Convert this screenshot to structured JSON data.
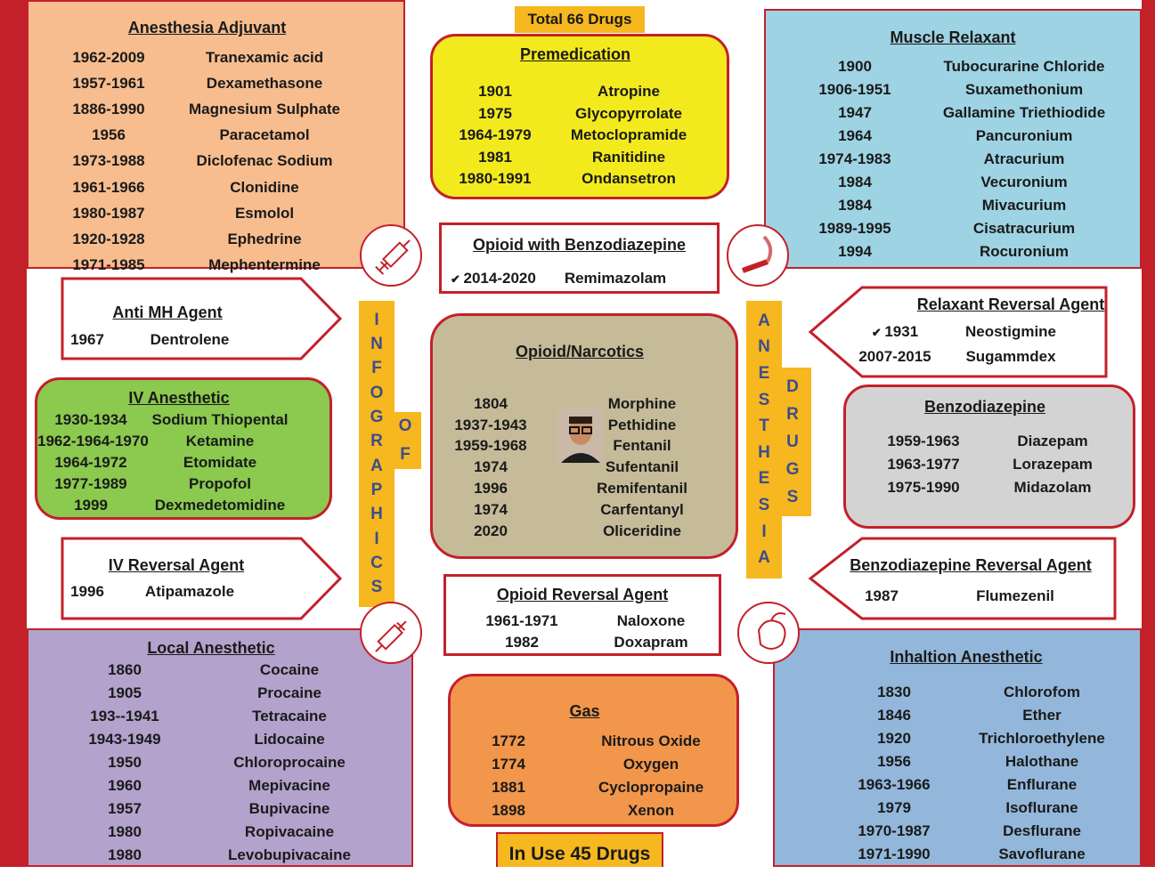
{
  "total_tag": "Total 66 Drugs",
  "in_use_tag": "In Use 45 Drugs",
  "vertical_left": [
    "I",
    "N",
    "F",
    "O",
    "G",
    "R",
    "A",
    "P",
    "H",
    "I",
    "C",
    "S"
  ],
  "vertical_of": [
    "O",
    "F"
  ],
  "vertical_anesthesia": [
    "A",
    "N",
    "E",
    "S",
    "T",
    "H",
    "E",
    "S",
    "I",
    "A"
  ],
  "vertical_drugs": [
    "D",
    "R",
    "U",
    "G",
    "S"
  ],
  "check_mark": "✔",
  "colors": {
    "red_border": "#c4202a",
    "adjuvant_bg": "#f7bd8f",
    "premed_bg": "#f3ea1e",
    "muscle_bg": "#9ed3e3",
    "iv_anesthetic_bg": "#8bc94f",
    "opioid_bg": "#c6bb98",
    "benzo_bg": "#d3d3d3",
    "local_bg": "#b3a2cb",
    "gas_bg": "#f2964b",
    "inhalation_bg": "#93b7db",
    "tag_bg": "#f6b71f"
  },
  "icons": [
    "syringe-icon",
    "laryngoscope-icon",
    "syringe-icon",
    "anesthesia-mask-icon",
    "doctor-photo"
  ],
  "adjuvant": {
    "title": "Anesthesia  Adjuvant",
    "items": [
      {
        "year": "1962-2009",
        "name": "Tranexamic acid"
      },
      {
        "year": "1957-1961",
        "name": "Dexamethasone"
      },
      {
        "year": "1886-1990",
        "name": "Magnesium Sulphate"
      },
      {
        "year": "1956",
        "name": "Paracetamol"
      },
      {
        "year": "1973-1988",
        "name": "Diclofenac Sodium"
      },
      {
        "year": "1961-1966",
        "name": "Clonidine"
      },
      {
        "year": "1980-1987",
        "name": "Esmolol"
      },
      {
        "year": "1920-1928",
        "name": "Ephedrine"
      },
      {
        "year": "1971-1985",
        "name": "Mephentermine"
      }
    ]
  },
  "premedication": {
    "title": "Premedication",
    "items": [
      {
        "year": "1901",
        "name": "Atropine"
      },
      {
        "year": "1975",
        "name": "Glycopyrrolate"
      },
      {
        "year": "1964-1979",
        "name": "Metoclopramide"
      },
      {
        "year": "1981",
        "name": "Ranitidine"
      },
      {
        "year": "1980-1991",
        "name": "Ondansetron"
      }
    ]
  },
  "muscle": {
    "title": "Muscle  Relaxant",
    "items": [
      {
        "year": "1900",
        "name": "Tubocurarine Chloride"
      },
      {
        "year": "1906-1951",
        "name": "Suxamethonium"
      },
      {
        "year": "1947",
        "name": "Gallamine Triethiodide"
      },
      {
        "year": "1964",
        "name": "Pancuronium"
      },
      {
        "year": "1974-1983",
        "name": "Atracurium"
      },
      {
        "year": "1984",
        "name": "Vecuronium"
      },
      {
        "year": "1984",
        "name": "Mivacurium"
      },
      {
        "year": "1989-1995",
        "name": "Cisatracurium"
      },
      {
        "year": "1994",
        "name": "Rocuronium"
      }
    ]
  },
  "opioid_benzo": {
    "title": "Opioid  with  Benzodiazepine",
    "items": [
      {
        "year": "2014-2020",
        "name": "Remimazolam"
      }
    ]
  },
  "anti_mh": {
    "title": "Anti  MH  Agent",
    "items": [
      {
        "year": "1967",
        "name": "Dentrolene"
      }
    ]
  },
  "relaxant_reversal": {
    "title": "Relaxant  Reversal  Agent",
    "items": [
      {
        "year": "1931",
        "name": "Neostigmine"
      },
      {
        "year": "2007-2015",
        "name": "Sugammdex"
      }
    ]
  },
  "iv_anesthetic": {
    "title": "IV  Anesthetic",
    "items": [
      {
        "year": "1930-1934",
        "name": "Sodium Thiopental"
      },
      {
        "year": "1962-1964-1970",
        "name": "Ketamine"
      },
      {
        "year": "1964-1972",
        "name": "Etomidate"
      },
      {
        "year": "1977-1989",
        "name": "Propofol"
      },
      {
        "year": "1999",
        "name": "Dexmedetomidine"
      }
    ]
  },
  "opioid": {
    "title": "Opioid/Narcotics",
    "items": [
      {
        "year": "1804",
        "name": "Morphine"
      },
      {
        "year": "1937-1943",
        "name": "Pethidine"
      },
      {
        "year": "1959-1968",
        "name": "Fentanil"
      },
      {
        "year": "1974",
        "name": "Sufentanil"
      },
      {
        "year": "1996",
        "name": "Remifentanil"
      },
      {
        "year": "1974",
        "name": "Carfentanyl"
      },
      {
        "year": "2020",
        "name": "Oliceridine"
      }
    ]
  },
  "benzodiazepine": {
    "title": "Benzodiazepine",
    "items": [
      {
        "year": "1959-1963",
        "name": "Diazepam"
      },
      {
        "year": "1963-1977",
        "name": "Lorazepam"
      },
      {
        "year": "1975-1990",
        "name": "Midazolam"
      }
    ]
  },
  "iv_reversal": {
    "title": "IV  Reversal  Agent",
    "items": [
      {
        "year": "1996",
        "name": "Atipamazole"
      }
    ]
  },
  "benzo_reversal": {
    "title": "Benzodiazepine  Reversal  Agent",
    "items": [
      {
        "year": "1987",
        "name": "Flumezenil"
      }
    ]
  },
  "opioid_reversal": {
    "title": "Opioid  Reversal  Agent",
    "items": [
      {
        "year": "1961-1971",
        "name": "Naloxone"
      },
      {
        "year": "1982",
        "name": "Doxapram"
      }
    ]
  },
  "local": {
    "title": "Local  Anesthetic",
    "items": [
      {
        "year": "1860",
        "name": "Cocaine"
      },
      {
        "year": "1905",
        "name": "Procaine"
      },
      {
        "year": "193--1941",
        "name": "Tetracaine"
      },
      {
        "year": "1943-1949",
        "name": "Lidocaine"
      },
      {
        "year": "1950",
        "name": "Chloroprocaine"
      },
      {
        "year": "1960",
        "name": "Mepivacine"
      },
      {
        "year": "1957",
        "name": "Bupivacine"
      },
      {
        "year": "1980",
        "name": "Ropivacaine"
      },
      {
        "year": "1980",
        "name": "Levobupivacaine"
      }
    ]
  },
  "gas": {
    "title": "Gas",
    "items": [
      {
        "year": "1772",
        "name": "Nitrous Oxide"
      },
      {
        "year": "1774",
        "name": "Oxygen"
      },
      {
        "year": "1881",
        "name": "Cyclopropaine"
      },
      {
        "year": "1898",
        "name": "Xenon"
      }
    ]
  },
  "inhalation": {
    "title": "Inhaltion  Anesthetic",
    "items": [
      {
        "year": "1830",
        "name": "Chlorofom"
      },
      {
        "year": "1846",
        "name": "Ether"
      },
      {
        "year": "1920",
        "name": "Trichloroethylene"
      },
      {
        "year": "1956",
        "name": "Halothane"
      },
      {
        "year": "1963-1966",
        "name": "Enflurane"
      },
      {
        "year": "1979",
        "name": "Isoflurane"
      },
      {
        "year": "1970-1987",
        "name": "Desflurane"
      },
      {
        "year": "1971-1990",
        "name": "Savoflurane"
      }
    ]
  }
}
